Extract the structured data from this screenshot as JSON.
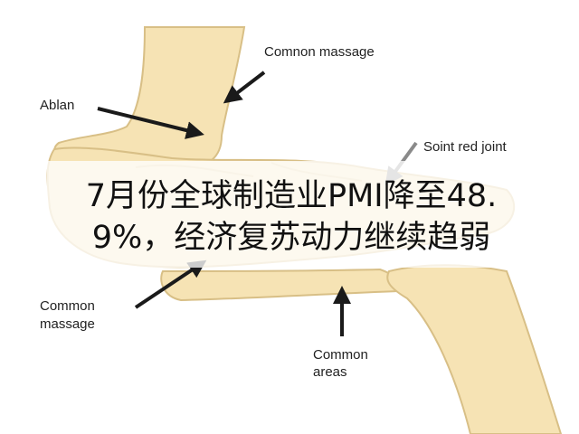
{
  "labels": {
    "top_right": "Comnon massage",
    "left_top": "Ablan",
    "right_mid": "Soint red joint",
    "left_bottom_line1": "Common",
    "left_bottom_line2": "massage",
    "bottom_line1": "Common",
    "bottom_line2": "areas"
  },
  "caption": {
    "line1": "7月份全球制造业PMI降至48.",
    "line2": "9%，经济复苏动力继续趋弱"
  },
  "colors": {
    "bone_fill": "#f6e3b4",
    "bone_outline": "#d8bf86",
    "arrow": "#1a1a1a",
    "arrow_gray": "#8a8a8a"
  }
}
